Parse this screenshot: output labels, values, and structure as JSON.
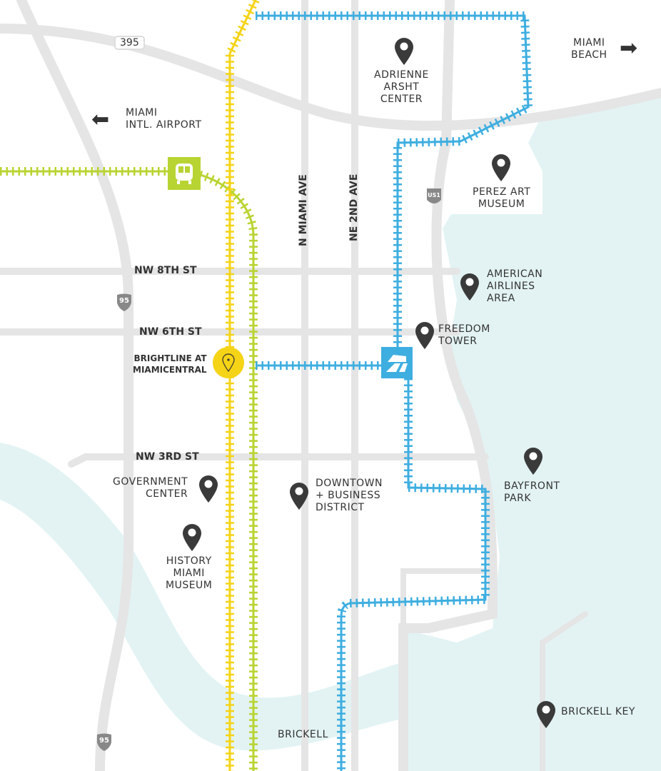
{
  "colors": {
    "brightline": "#f5d316",
    "metrorail": "#b8d432",
    "metromover": "#3eaee0",
    "water": "#e3f3f3",
    "road": "#e5e5e5",
    "text": "#333333"
  },
  "highways": {
    "h395": "395",
    "i95_top": "95",
    "i95_bottom": "95",
    "us1": "US1"
  },
  "directions": {
    "miami_beach": "MIAMI\nBEACH",
    "airport": "MIAMI\nINTL. AIRPORT"
  },
  "streets": {
    "nw8": "NW 8TH ST",
    "nw6": "NW 6TH ST",
    "nw3": "NW 3RD ST",
    "n_miami_ave": "N MIAMI AVE",
    "ne_2nd_ave": "NE 2ND AVE",
    "brickell": "BRICKELL"
  },
  "stations": {
    "brightline": "BRIGHTLINE AT\nMIAMICENTRAL"
  },
  "places": {
    "arsht": "ADRIENNE\nARSHT\nCENTER",
    "perez": "PEREZ ART\nMUSEUM",
    "aa_arena": "AMERICAN\nAIRLINES\nAREA",
    "freedom": "FREEDOM\nTOWER",
    "bayfront": "BAYFRONT\nPARK",
    "downtown": "DOWNTOWN\n+ BUSINESS\nDISTRICT",
    "government": "GOVERNMENT\nCENTER",
    "history": "HISTORY\nMIAMI\nMUSEUM",
    "brickell_key": "BRICKELL KEY"
  }
}
